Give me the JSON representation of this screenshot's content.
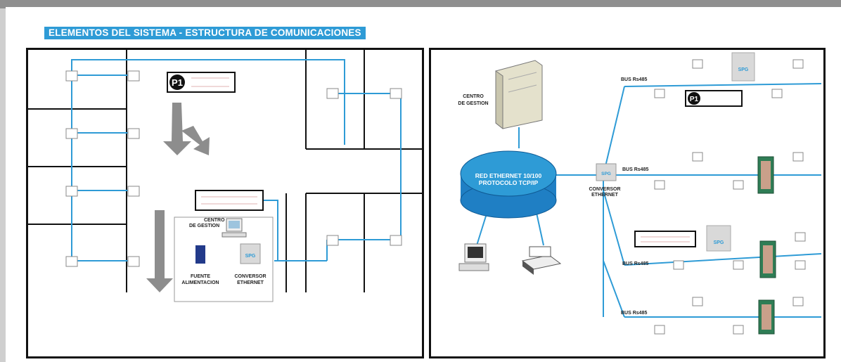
{
  "title": "ELEMENTOS DEL SISTEMA - ESTRUCTURA DE COMUNICACIONES",
  "colors": {
    "cable": "#2e9bd6",
    "walls": "#111111",
    "spg_green": "#2f7d55",
    "banner": "#2e9bd6"
  },
  "left_panel": {
    "p1": "P1",
    "centro_gestion": [
      "CENTRO",
      "DE GESTION"
    ],
    "fuente_alimentacion": [
      "FUENTE",
      "ALIMENTACION"
    ],
    "conversor_ethernet": [
      "CONVERSOR",
      "ETHERNET"
    ],
    "spg": "SPG"
  },
  "right_panel": {
    "centro_gestion": [
      "CENTRO",
      "DE GESTION"
    ],
    "network": [
      "RED ETHERNET 10/100",
      "PROTOCOLO TCP/IP"
    ],
    "conversor": [
      "CONVERSOR",
      "ETHERNET"
    ],
    "conversor_spg": "SPG",
    "bus_labels": [
      "BUS Rs485",
      "BUS Rs485",
      "BUS Rs485",
      "BUS Rs485"
    ],
    "p1": "P1",
    "spg": "SPG"
  }
}
